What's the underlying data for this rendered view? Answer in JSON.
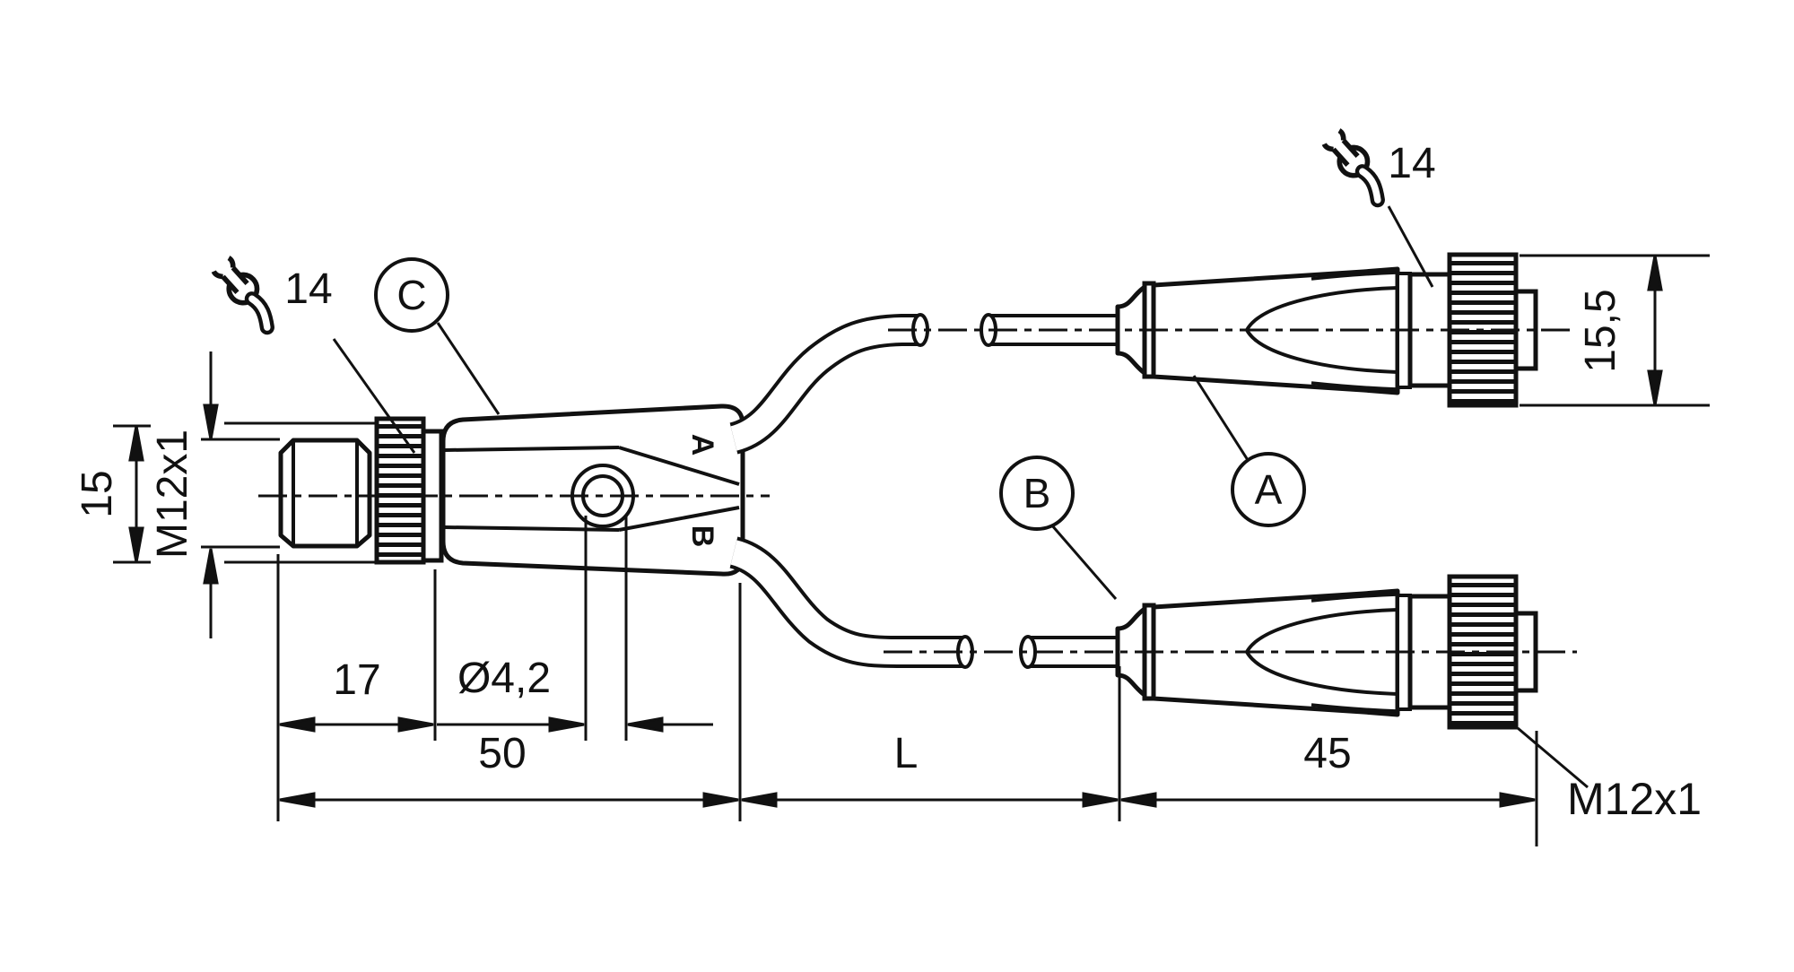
{
  "drawing": {
    "kind": "technical-dimension-drawing",
    "ink_color": "#111111",
    "background": "#ffffff",
    "wrench": {
      "left_size": "14",
      "right_size": "14"
    },
    "balloons": {
      "c": "C",
      "a": "A",
      "b": "B"
    },
    "ports": {
      "a": "A",
      "b": "B"
    },
    "dims": {
      "left_od": "15",
      "left_thread": "M12x1",
      "d17": "17",
      "hole": "Ø4,2",
      "d50": "50",
      "cable": "L",
      "d45": "45",
      "right_od": "15,5",
      "right_thread": "M12x1"
    }
  }
}
